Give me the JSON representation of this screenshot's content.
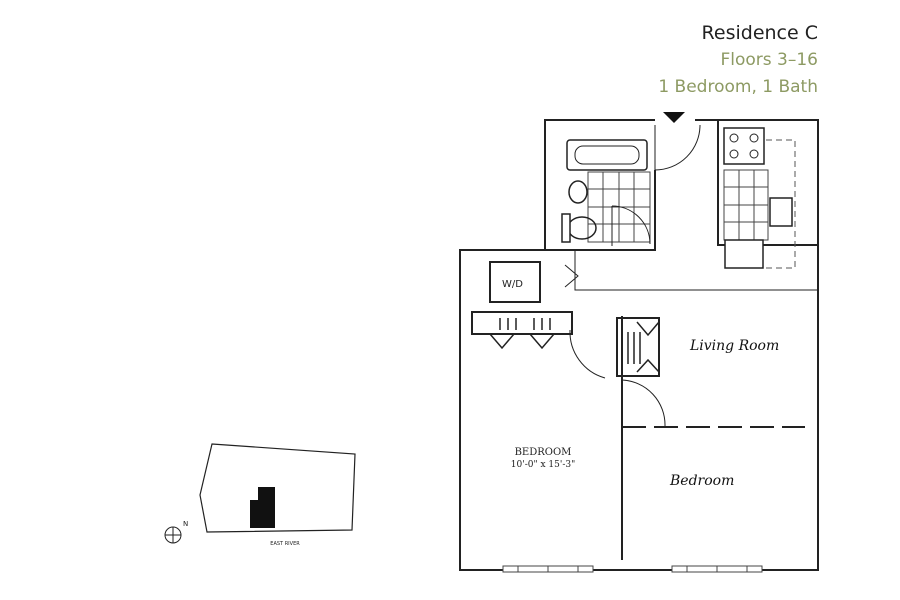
{
  "header": {
    "title": "Residence C",
    "floors": "Floors 3–16",
    "unit_type": "1 Bedroom, 1 Bath"
  },
  "plan": {
    "washer_dryer": "W/D",
    "bedroom_label": "BEDROOM",
    "bedroom_dims": "10'-0\" x 15'-3\"",
    "living_room_handwritten": "Living Room",
    "bedroom_handwritten": "Bedroom"
  },
  "keyplan": {
    "river_label": "EAST RIVER",
    "north_label": "N"
  },
  "colors": {
    "wall": "#222222",
    "accent": "#8d9a63",
    "unit_highlight": "#111111"
  }
}
